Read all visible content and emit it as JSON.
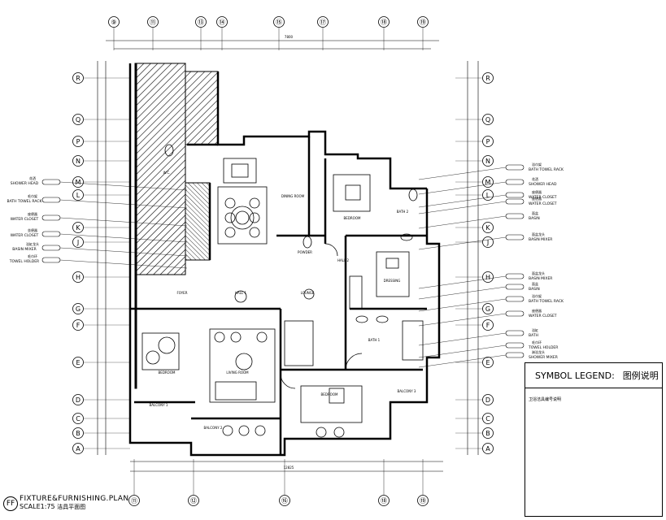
{
  "grid_top": [
    "⑨",
    "⑪",
    "⑬",
    "⑭",
    "⑮",
    "⑰",
    "⑱",
    "⑲"
  ],
  "grid_bottom": [
    "⑪",
    "⑫",
    "⑯",
    "⑱",
    "⑲"
  ],
  "grid_left": [
    "R",
    "Q",
    "P",
    "N",
    "M",
    "L",
    "K",
    "J",
    "H",
    "G",
    "F",
    "E",
    "D",
    "C",
    "B",
    "A"
  ],
  "grid_right": [
    "R",
    "Q",
    "P",
    "N",
    "M",
    "L",
    "K",
    "J",
    "H",
    "G",
    "F",
    "E",
    "D",
    "C",
    "B",
    "A"
  ],
  "rooms": {
    "dining": "DINING ROOM",
    "foyer": "FOYER",
    "hall": "HALL 1",
    "lounge": "LOUNGE",
    "bedroom2": "BEDROOM",
    "living": "LIVING ROOM",
    "bedroom1": "BEDROOM",
    "bath1": "BATH 1",
    "bath2": "BATH 2",
    "hall2": "HALL 2",
    "dressing": "DRESSING",
    "bedroom3": "BEDROOM",
    "balcony1": "BALCONY 1",
    "balcony2": "BALCONY 2",
    "balcony3": "BALCONY 3",
    "powder": "POWDER",
    "wc": "W.C."
  },
  "left_labels": [
    {
      "cn": "花洒",
      "en": "SHOWER HEAD"
    },
    {
      "cn": "毛巾架",
      "en": "BATH TOWEL RACK"
    },
    {
      "cn": "座便器",
      "en": "WATER CLOSET"
    },
    {
      "cn": "坐便器",
      "en": "WATER CLOSET"
    },
    {
      "cn": "浴缸龙头",
      "en": "BASIN MIXER"
    },
    {
      "cn": "毛巾环",
      "en": "TOWEL HOLDER"
    }
  ],
  "right_labels": [
    {
      "cn": "浴巾架",
      "en": "BATH TOWEL RACK"
    },
    {
      "cn": "花洒",
      "en": "SHOWER HEAD"
    },
    {
      "cn": "座便器",
      "en": "WATER CLOSET"
    },
    {
      "cn": "座便器",
      "en": "WATER CLOSET"
    },
    {
      "cn": "面盆",
      "en": "BASIN"
    },
    {
      "cn": "面盆龙头",
      "en": "BASIN MIXER"
    },
    {
      "cn": "面盆龙头",
      "en": "BASIN MIXER"
    },
    {
      "cn": "面盆",
      "en": "BASIN"
    },
    {
      "cn": "浴巾架",
      "en": "BATH TOWEL RACK"
    },
    {
      "cn": "座便器",
      "en": "WATER CLOSET"
    },
    {
      "cn": "浴缸",
      "en": "BATH"
    },
    {
      "cn": "毛巾环",
      "en": "TOWEL HOLDER"
    },
    {
      "cn": "淋浴龙头",
      "en": "SHOWER MIXER"
    }
  ],
  "legend": {
    "title_en": "SYMBOL LEGEND:",
    "title_cn": "图例说明",
    "caption_cn": "卫浴洁具编号说明"
  },
  "title_block": {
    "mark": "FF",
    "line1": "FIXTURE&FURNISHING.PLAN",
    "line2": "SCALE1:75",
    "line2_cn": "洁具平面图"
  },
  "dims": {
    "top_total": "7800",
    "bottom_total": "12825"
  }
}
